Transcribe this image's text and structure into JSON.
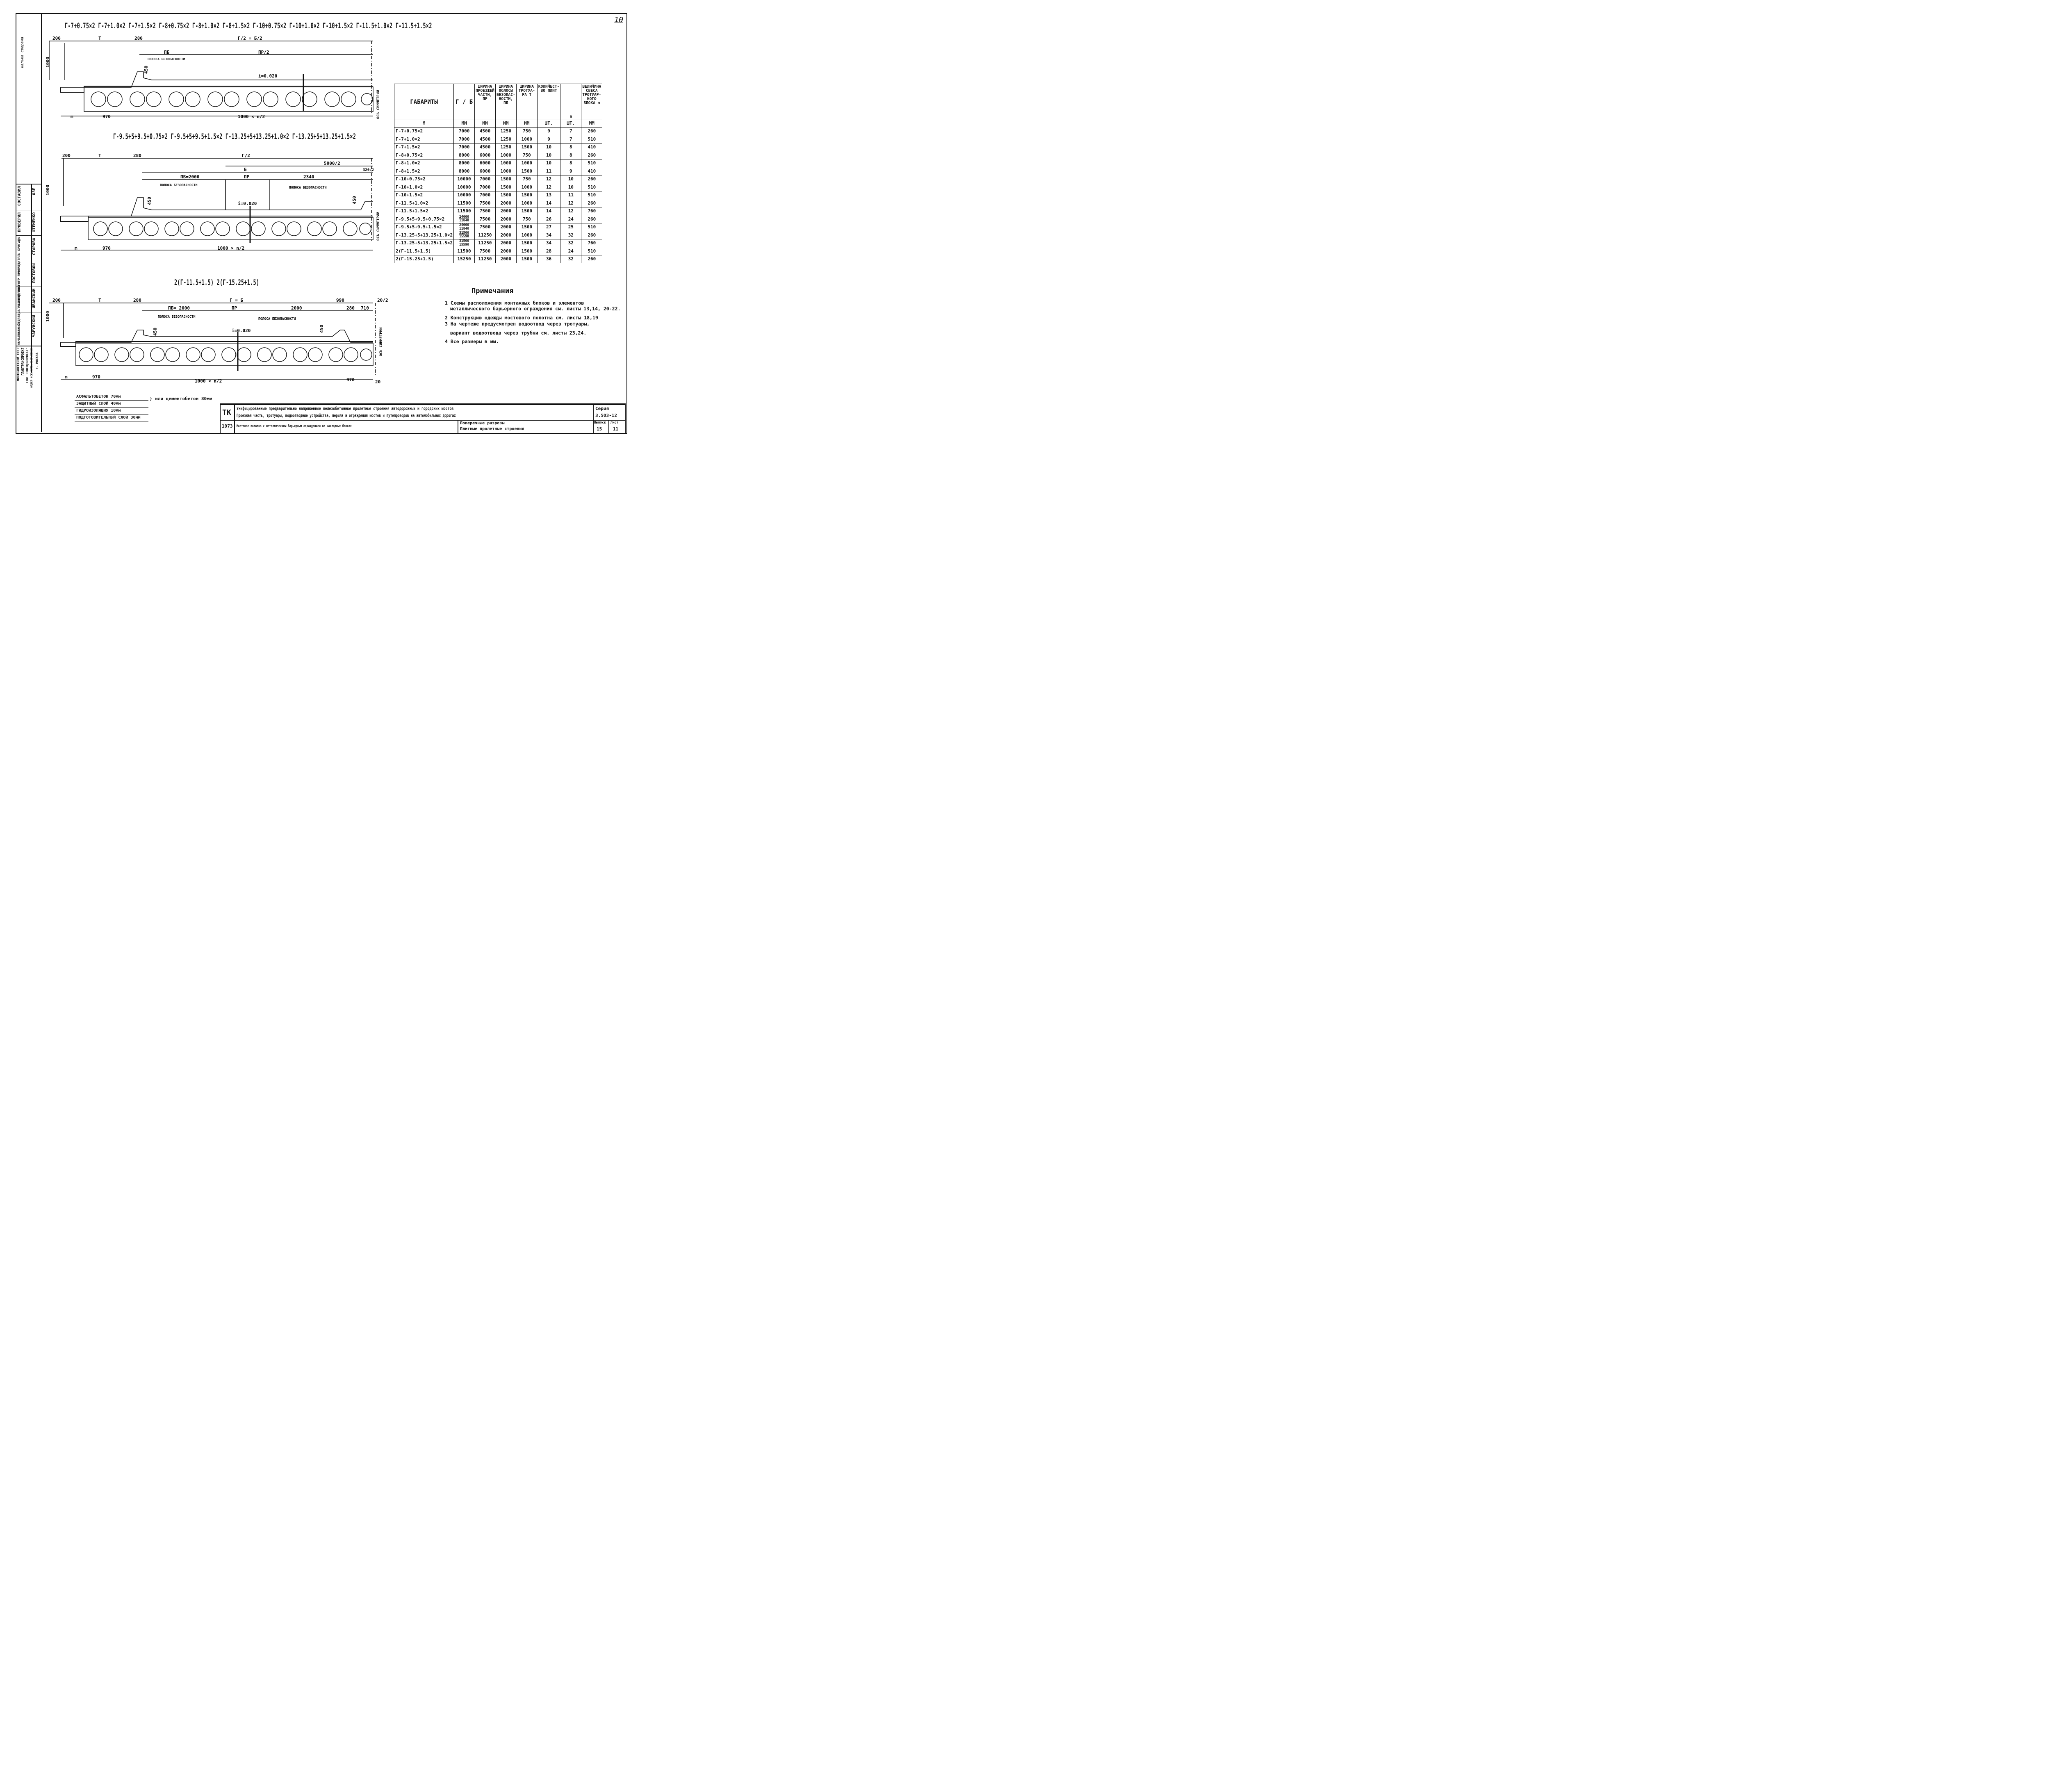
{
  "sheet": {
    "sheet_number": "10",
    "margin_note": "калька сверена"
  },
  "sections": [
    {
      "gabarits_label": "Г-7+0.75×2   Г-7+1.0×2   Г-7+1.5×2   Г-8+0.75×2   Г-8+1.0×2   Г-8+1.5×2   Г-10+0.75×2   Г-10+1.0×2   Г-10+1.5×2   Г-11.5+1.0×2   Г-11.5+1.5×2",
      "dims": {
        "curb": "200",
        "sidewalk": "T",
        "barrier": "280",
        "half_gab": "Г/2 = Б/2",
        "safety": "ПБ",
        "roadway": "ПР/2",
        "height": "1000",
        "curb_h": "450",
        "slope": "i=0.020",
        "m": "m",
        "edge": "970",
        "slab_step": "1000 × n/2",
        "safety_label": "ПОЛОСА БЕЗОПАСНОСТИ",
        "axis_label": "ОСЬ СИММЕТРИИ"
      }
    },
    {
      "gabarits_label": "Г-9.5+5+9.5+0.75×2   Г-9.5+5+9.5+1.5×2   Г-13.25+5+13.25+1.0×2   Г-13.25+5+13.25+1.5×2",
      "dims": {
        "curb": "200",
        "sidewalk": "T",
        "barrier": "280",
        "half_gab": "Г/2",
        "median_half": "5000/2",
        "b": "Б",
        "safety": "ПБ=2000",
        "roadway": "ПР",
        "median_part": "2340",
        "median_end": "320/2",
        "height": "1000",
        "curb_h": "450",
        "curb_h2": "450",
        "slope": "i=0.020",
        "m": "m",
        "edge": "970",
        "slab_step": "1000 × n/2",
        "safety_label": "ПОЛОСА БЕЗОПАСНОСТИ",
        "safety_label_2": "ПОЛОСА БЕЗОПАСНОСТИ",
        "axis_label": "ОСЬ СИММЕТРИИ"
      }
    },
    {
      "gabarits_label": "2(Г-11.5+1.5)      2(Г-15.25+1.5)",
      "dims": {
        "curb": "200",
        "sidewalk": "T",
        "barrier": "280",
        "gab": "Г = Б",
        "safety": "ПБ= 2000",
        "roadway": "ПР",
        "safety_2": "2000",
        "right_1": "990",
        "right_2": "280",
        "right_3": "710",
        "half_20": "20/2",
        "height": "1000",
        "curb_h": "450",
        "curb_h2": "450",
        "slope": "i=0.020",
        "m": "m",
        "edge": "970",
        "slab_step": "1000 × n/2",
        "edge_right": "970",
        "gap": "20",
        "safety_label": "ПОЛОСА БЕЗОПАСНОСТИ",
        "safety_label_2": "ПОЛОСА БЕЗОПАСНОСТИ",
        "axis_label": "ОСЬ СИММЕТРИИ"
      }
    }
  ],
  "table": {
    "headers": [
      "ГАБАРИТЫ",
      "Г / Б",
      "ШИРИНА ПРОЕЗЖЕЙ ЧАСТИ, ПР",
      "ШИРИНА ПОЛОСЫ БЕЗОПАС-НОСТИ, ПБ",
      "ШИРИНА ТРОТУА-РА Т",
      "КОЛИЧЕСТ-ВО ПЛИТ",
      "n",
      "ВЕЛИЧИНА СВЕСА ТРОТУАР-НОГО БЛОКА m"
    ],
    "units": [
      "М",
      "ММ",
      "ММ",
      "ММ",
      "ММ",
      "ШТ.",
      "ШТ.",
      "ММ"
    ],
    "rows": [
      {
        "gab": "Г-7+0.75×2",
        "gb": "7000",
        "pr": "4500",
        "pb": "1250",
        "t": "750",
        "plates": "9",
        "n": "7",
        "m": "260"
      },
      {
        "gab": "Г-7+1.0×2",
        "gb": "7000",
        "pr": "4500",
        "pb": "1250",
        "t": "1000",
        "plates": "9",
        "n": "7",
        "m": "510"
      },
      {
        "gab": "Г-7+1.5×2",
        "gb": "7000",
        "pr": "4500",
        "pb": "1250",
        "t": "1500",
        "plates": "10",
        "n": "8",
        "m": "410"
      },
      {
        "gab": "Г-8+0.75×2",
        "gb": "8000",
        "pr": "6000",
        "pb": "1000",
        "t": "750",
        "plates": "10",
        "n": "8",
        "m": "260"
      },
      {
        "gab": "Г-8+1.0×2",
        "gb": "8000",
        "pr": "6000",
        "pb": "1000",
        "t": "1000",
        "plates": "10",
        "n": "8",
        "m": "510"
      },
      {
        "gab": "Г-8+1.5×2",
        "gb": "8000",
        "pr": "6000",
        "pb": "1000",
        "t": "1500",
        "plates": "11",
        "n": "9",
        "m": "410"
      },
      {
        "gab": "Г-10+0.75×2",
        "gb": "10000",
        "pr": "7000",
        "pb": "1500",
        "t": "750",
        "plates": "12",
        "n": "10",
        "m": "260"
      },
      {
        "gab": "Г-10+1.0×2",
        "gb": "10000",
        "pr": "7000",
        "pb": "1500",
        "t": "1000",
        "plates": "12",
        "n": "10",
        "m": "510"
      },
      {
        "gab": "Г-10+1.5×2",
        "gb": "10000",
        "pr": "7000",
        "pb": "1500",
        "t": "1500",
        "plates": "13",
        "n": "11",
        "m": "510"
      },
      {
        "gab": "Г-11.5+1.0×2",
        "gb": "11500",
        "pr": "7500",
        "pb": "2000",
        "t": "1000",
        "plates": "14",
        "n": "12",
        "m": "260"
      },
      {
        "gab": "Г-11.5+1.5×2",
        "gb": "11500",
        "pr": "7500",
        "pb": "2000",
        "t": "1500",
        "plates": "14",
        "n": "12",
        "m": "760"
      },
      {
        "gab": "Г-9.5+5+9.5+0.75×2",
        "gb_top": "24000",
        "gb_bot": "11840",
        "pr": "7500",
        "pb": "2000",
        "t": "750",
        "plates": "26",
        "n": "24",
        "m": "260"
      },
      {
        "gab": "Г-9.5+5+9.5+1.5×2",
        "gb_top": "24000",
        "gb_bot": "11840",
        "pr": "7500",
        "pb": "2000",
        "t": "1500",
        "plates": "27",
        "n": "25",
        "m": "510"
      },
      {
        "gab": "Г-13.25+5+13.25+1.0×2",
        "gb_top": "31500",
        "gb_bot": "15590",
        "pr": "11250",
        "pb": "2000",
        "t": "1000",
        "plates": "34",
        "n": "32",
        "m": "260"
      },
      {
        "gab": "Г-13.25+5+13.25+1.5×2",
        "gb_top": "31500",
        "gb_bot": "15590",
        "pr": "11250",
        "pb": "2000",
        "t": "1500",
        "plates": "34",
        "n": "32",
        "m": "760"
      },
      {
        "gab": "2(Г-11.5+1.5)",
        "gb": "11500",
        "pr": "7500",
        "pb": "2000",
        "t": "1500",
        "plates": "28",
        "n": "24",
        "m": "510"
      },
      {
        "gab": "2(Г-15.25+1.5)",
        "gb": "15250",
        "pr": "11250",
        "pb": "2000",
        "t": "1500",
        "plates": "36",
        "n": "32",
        "m": "260"
      }
    ]
  },
  "notes": {
    "title": "Примечания",
    "items": [
      "1 Схемы расположения монтажных блоков и элементов",
      "металлического барьерного ограждения см. листы 13,14, 20-22.",
      "2 Конструкцию одежды мостового полотна   см. листы 18,19",
      "3 На чертеже предусмотрен водоотвод через тротуары,",
      "вариант водоотвода через трубки   см. листы 23,24.",
      "4 Все размеры в мм."
    ]
  },
  "layers": {
    "items": [
      "АСФАЛЬТОБЕТОН 70мм",
      "ЗАЩИТНЫЙ СЛОЙ 40мм",
      "ГИДРОИЗОЛЯЦИЯ 10мм",
      "ПОДГОТОВИТЕЛЬНЫЙ СЛОЙ 30мм"
    ],
    "alternative": "или цементобетон 80мм"
  },
  "stamp": {
    "org": [
      "МИНТРАНССТРОЙ СССР",
      "ГЛАВТРАНСПРОЕКТ",
      "ГПИ \"СОЮЗДОРПРОЕКТ\"",
      "ОТДЕЛ ИСКУССТВ.СООРУЖЕНИЙ",
      "г. МОСКВА"
    ],
    "roles": [
      {
        "role": "СОСТАВИЛ",
        "name": "ОЗЕ"
      },
      {
        "role": "ПРОВЕРИЛ",
        "name": "ШТЕМЕНКО"
      },
      {
        "role": "РУКОВОДИТЕЛЬ БРИГАДЫ",
        "name": "СТАРОВА"
      },
      {
        "role": "ГЛАВНЫЙ ИНЖЕНЕР ПРОЕКТА",
        "name": "ПОСТОВОЙ"
      },
      {
        "role": "ГЛАВНЫЙ СПЕЦИАЛИСТ ОТДЕЛА",
        "name": "ИВАНСКИЙ"
      },
      {
        "role": "НАЧАЛЬНИК ОТДЕЛА",
        "name": "ЧАРУЙСКИЙ"
      }
    ]
  },
  "title_block": {
    "code": "ТК",
    "year": "1973",
    "title_line_1": "Унифицированные предварительно напряженные железобетонные пролетные строения автодорожных и городских мостов",
    "title_line_2": "Проезжая часть, тротуары, водоотводные устройства, перила и ограждения мостов и путепроводов на автомобильных дорогах",
    "subtitle": "Мостовое полотно с металлическим барьерным ограждением на накладных блоках",
    "sheet_title_1": "Поперечные разрезы",
    "sheet_title_2": "Плитные пролетные строения",
    "series_label": "Серия",
    "series_value": "3.503-12",
    "issue_label": "Выпуск",
    "issue_value": "15",
    "sheet_label": "Лист",
    "sheet_value": "11"
  }
}
